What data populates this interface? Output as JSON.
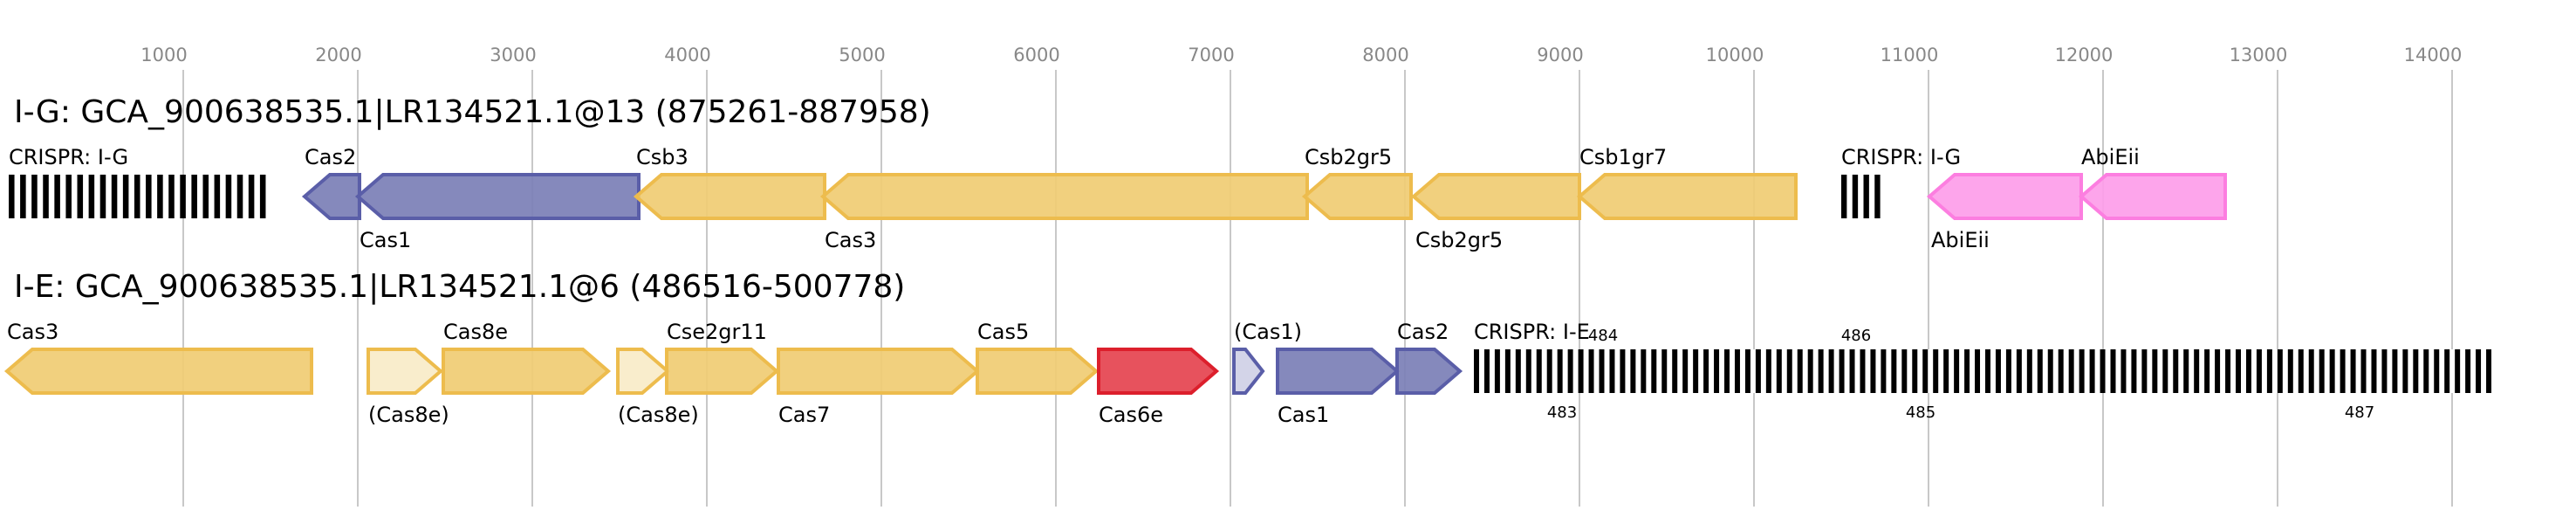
{
  "ruler": {
    "ticks": [
      1000,
      2000,
      3000,
      4000,
      5000,
      6000,
      7000,
      8000,
      9000,
      10000,
      11000,
      12000,
      13000,
      14000
    ]
  },
  "colors": {
    "yellow": {
      "fill": "#f0cc73",
      "stroke": "#edbc4d"
    },
    "yellow_light": {
      "fill": "#f9ebc8",
      "stroke": "#edbc4d"
    },
    "purple": {
      "fill": "#7b7fb6",
      "stroke": "#5a5ea8"
    },
    "purple_light": {
      "fill": "#cfd0e6",
      "stroke": "#5a5ea8"
    },
    "pink": {
      "fill": "#fd9de9",
      "stroke": "#fc7ee0"
    },
    "red": {
      "fill": "#e5434f",
      "stroke": "#dc1f2c"
    }
  },
  "loci": [
    {
      "title": "I-G: GCA_900638535.1|LR134521.1@13 (875261-887958)",
      "features": [
        {
          "type": "crispr",
          "label": "CRISPR: I-G",
          "start": 0,
          "end": 1505,
          "repeat_count": 23,
          "label_pos": "above"
        },
        {
          "type": "gene",
          "label": "Cas2",
          "start": 1695,
          "end": 2010,
          "strand": "-",
          "color": "purple",
          "label_pos": "above"
        },
        {
          "type": "gene",
          "label": "Cas1",
          "start": 2000,
          "end": 3610,
          "strand": "-",
          "color": "purple",
          "label_pos": "below"
        },
        {
          "type": "gene",
          "label": "Csb3",
          "start": 3595,
          "end": 4675,
          "strand": "-",
          "color": "yellow",
          "label_pos": "above"
        },
        {
          "type": "gene",
          "label": "Cas3",
          "start": 4665,
          "end": 7440,
          "strand": "-",
          "color": "yellow",
          "label_pos": "below"
        },
        {
          "type": "gene",
          "label": "Csb2gr5",
          "start": 7425,
          "end": 8035,
          "strand": "-",
          "color": "yellow",
          "label_pos": "above"
        },
        {
          "type": "gene",
          "label": "Csb2gr5",
          "start": 8050,
          "end": 9000,
          "strand": "-",
          "color": "yellow",
          "label_pos": "below"
        },
        {
          "type": "gene",
          "label": "Csb1gr7",
          "start": 9000,
          "end": 10240,
          "strand": "-",
          "color": "yellow",
          "label_pos": "above"
        },
        {
          "type": "crispr",
          "label": "CRISPR: I-G",
          "start": 10500,
          "end": 10755,
          "repeat_count": 4,
          "label_pos": "above"
        },
        {
          "type": "gene",
          "label": "AbiEii",
          "start": 11005,
          "end": 11875,
          "strand": "-",
          "color": "pink",
          "label_pos": "below"
        },
        {
          "type": "gene",
          "label": "AbiEii",
          "start": 11875,
          "end": 12700,
          "strand": "-",
          "color": "pink",
          "label_pos": "above"
        }
      ],
      "repeat_labels": []
    },
    {
      "title": "I-E: GCA_900638535.1|LR134521.1@6 (486516-500778)",
      "features": [
        {
          "type": "gene",
          "label": "Cas3",
          "start": -10,
          "end": 1735,
          "strand": "-",
          "color": "yellow",
          "label_pos": "above"
        },
        {
          "type": "gene",
          "label": "(Cas8e)",
          "start": 2060,
          "end": 2475,
          "strand": "+",
          "color": "yellow_light",
          "label_pos": "below"
        },
        {
          "type": "gene",
          "label": "Cas8e",
          "start": 2490,
          "end": 3435,
          "strand": "+",
          "color": "yellow",
          "label_pos": "above"
        },
        {
          "type": "gene",
          "label": "(Cas8e)",
          "start": 3490,
          "end": 3775,
          "strand": "+",
          "color": "yellow_light",
          "label_pos": "below"
        },
        {
          "type": "gene",
          "label": "Cse2gr11",
          "start": 3770,
          "end": 4400,
          "strand": "+",
          "color": "yellow",
          "label_pos": "above"
        },
        {
          "type": "gene",
          "label": "Cas7",
          "start": 4410,
          "end": 5550,
          "strand": "+",
          "color": "yellow",
          "label_pos": "below"
        },
        {
          "type": "gene",
          "label": "Cas5",
          "start": 5550,
          "end": 6230,
          "strand": "+",
          "color": "yellow",
          "label_pos": "above"
        },
        {
          "type": "gene",
          "label": "Cas6e",
          "start": 6245,
          "end": 6920,
          "strand": "+",
          "color": "red",
          "label_pos": "below"
        },
        {
          "type": "gene",
          "label": "(Cas1)",
          "start": 7020,
          "end": 7185,
          "strand": "+",
          "color": "purple_light",
          "label_pos": "above"
        },
        {
          "type": "gene",
          "label": "Cas1",
          "start": 7270,
          "end": 7955,
          "strand": "+",
          "color": "purple",
          "label_pos": "below"
        },
        {
          "type": "gene",
          "label": "Cas2",
          "start": 7955,
          "end": 8315,
          "strand": "+",
          "color": "purple",
          "label_pos": "above"
        },
        {
          "type": "crispr",
          "label": "CRISPR: I-E",
          "start": 8395,
          "end": 14255,
          "repeat_count": 98,
          "label_pos": "above"
        }
      ],
      "repeat_labels": [
        {
          "text": "484",
          "pos": 9135,
          "side": "above"
        },
        {
          "text": "486",
          "pos": 10585,
          "side": "above"
        },
        {
          "text": "483",
          "pos": 8900,
          "side": "below"
        },
        {
          "text": "485",
          "pos": 10955,
          "side": "below"
        },
        {
          "text": "487",
          "pos": 13470,
          "side": "below"
        }
      ]
    }
  ]
}
